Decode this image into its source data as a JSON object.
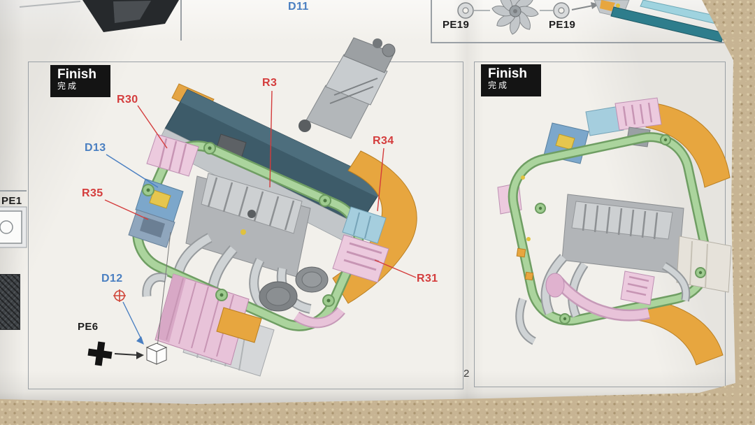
{
  "document": {
    "type": "model kit instruction sheet photo",
    "page_number": "2"
  },
  "colors": {
    "carpet": "#c7b493",
    "paper": "#f2f0eb",
    "red_callout": "#d43c3c",
    "blue_callout": "#4a7fc1",
    "frame_green": "#abd49d",
    "fender_orange": "#e7a63f",
    "firewall_teal": "#3d5b69",
    "part_pink": "#eccade",
    "part_blue": "#7ca7cb",
    "finish_box_bg": "#141414"
  },
  "top_strip": {
    "d11_label": "D11",
    "pe19_left_label": "PE19",
    "pe19_right_label": "PE19"
  },
  "left_margin": {
    "pe1_label": "PE1"
  },
  "left_panel": {
    "finish_title": "Finish",
    "finish_subtitle": "完成",
    "callouts": {
      "r30": "R30",
      "d13": "D13",
      "r35": "R35",
      "d12": "D12",
      "pe6": "PE6",
      "r3": "R3",
      "r34": "R34",
      "r31": "R31"
    },
    "page_number": "2"
  },
  "right_panel": {
    "finish_title": "Finish",
    "finish_subtitle": "完成"
  },
  "icons": {
    "fan": "fan-icon",
    "washer_left": "washer-icon",
    "washer_right": "washer-icon",
    "pe6_cross": "cross-part-icon",
    "cube": "assembly-cube-icon",
    "d12_target": "circle-plus-icon",
    "pe1_part": "square-part-icon",
    "grille": "hatched-part-icon"
  }
}
